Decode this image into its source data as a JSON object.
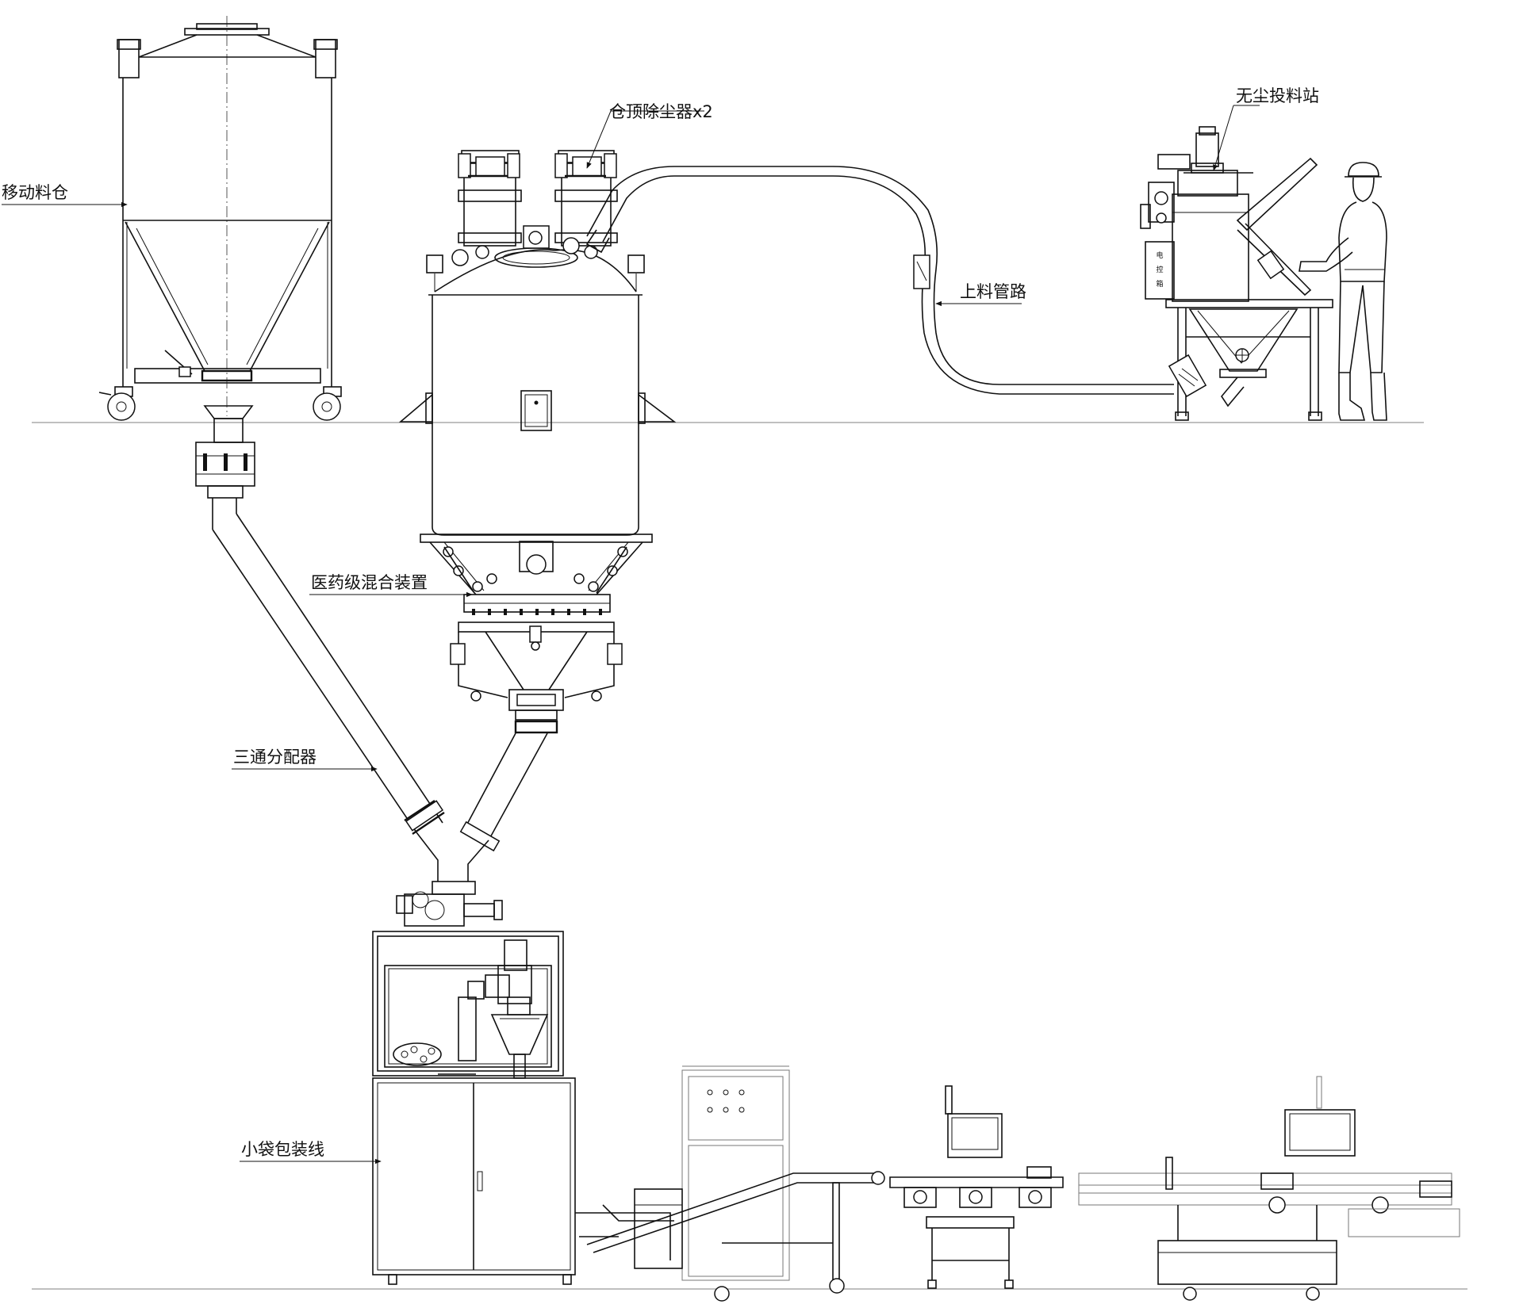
{
  "labels": {
    "mobile_bin": "移动料仓",
    "roof_dust_collector": "仓顶除尘器x2",
    "dust_free_station": "无尘投料站",
    "feeding_pipe": "上料管路",
    "pharma_mixer": "医药级混合装置",
    "three_way_distributor": "三通分配器",
    "sachet_packing_line": "小袋包装线",
    "control_box": "电\n控\n箱"
  },
  "control_box_chars": [
    "电",
    "控",
    "箱"
  ]
}
